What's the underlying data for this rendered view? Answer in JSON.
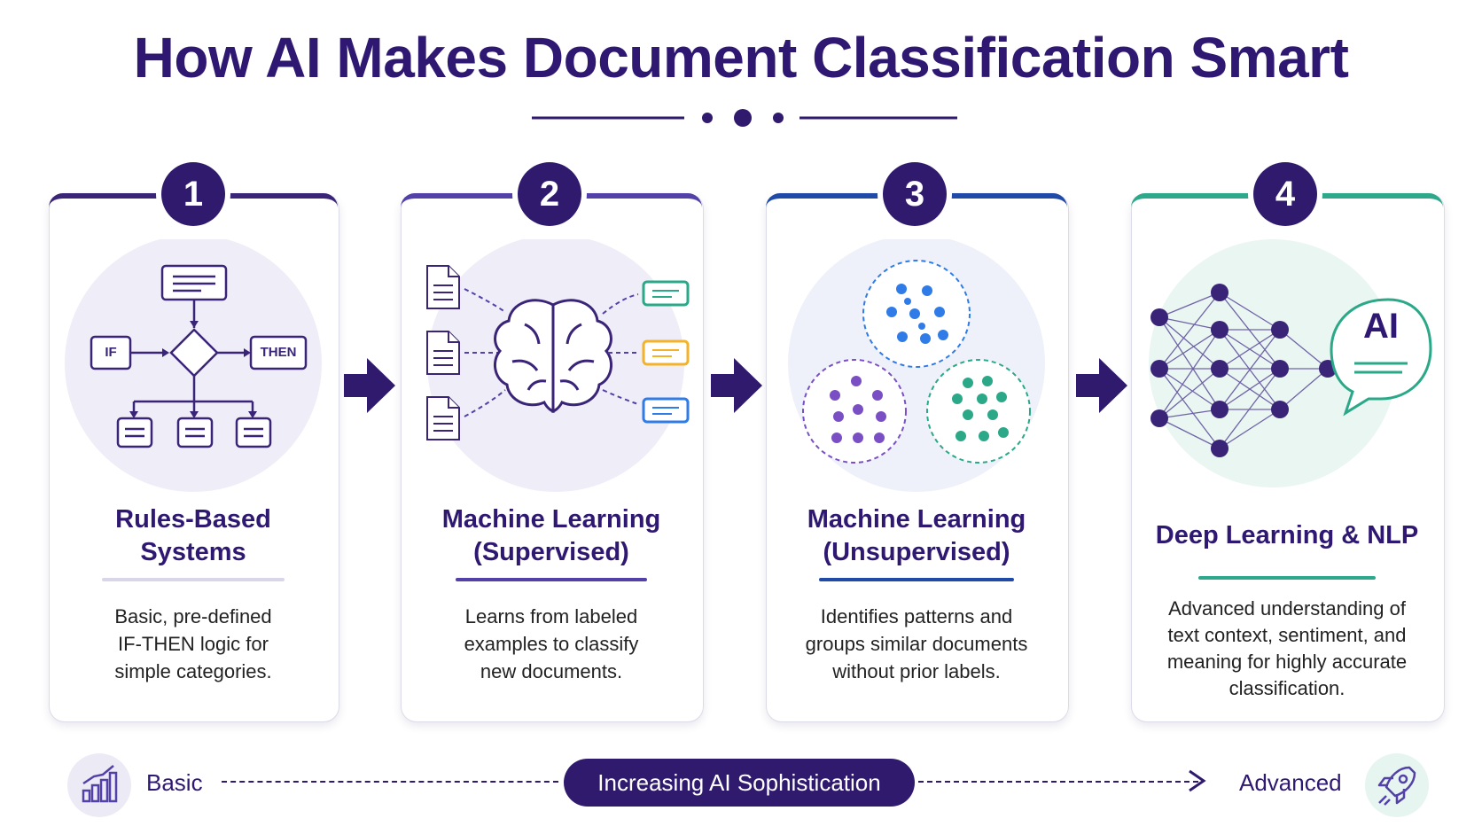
{
  "title": "How AI Makes Document Classification Smart",
  "colors": {
    "primary": "#2f1a6e",
    "stage1": "#3a2478",
    "stage2": "#5340a8",
    "stage3": "#1f4aa8",
    "stage4": "#2ea88a",
    "blue": "#2f7be8",
    "purple": "#7a4fc4",
    "teal": "#2aa888",
    "yellow": "#f3b22a"
  },
  "stages": [
    {
      "number": "1",
      "title_lines": [
        "Rules-Based",
        "Systems"
      ],
      "desc_lines": [
        "Basic, pre-defined",
        "IF-THEN logic for",
        "simple categories."
      ],
      "illustration": {
        "if_label": "IF",
        "then_label": "THEN"
      }
    },
    {
      "number": "2",
      "title_lines": [
        "Machine Learning",
        "(Supervised)"
      ],
      "desc_lines": [
        "Learns from labeled",
        "examples to classify",
        "new documents."
      ]
    },
    {
      "number": "3",
      "title_lines": [
        "Machine Learning",
        "(Unsupervised)"
      ],
      "desc_lines": [
        "Identifies patterns and",
        "groups similar documents",
        "without prior labels."
      ]
    },
    {
      "number": "4",
      "title_lines": [
        "Deep Learning & NLP"
      ],
      "desc_lines": [
        "Advanced understanding of",
        "text context, sentiment, and",
        "meaning for highly accurate",
        "classification."
      ],
      "illustration": {
        "bubble_label": "AI"
      }
    }
  ],
  "scale": {
    "start_label": "Basic",
    "center_label": "Increasing AI Sophistication",
    "end_label": "Advanced"
  }
}
